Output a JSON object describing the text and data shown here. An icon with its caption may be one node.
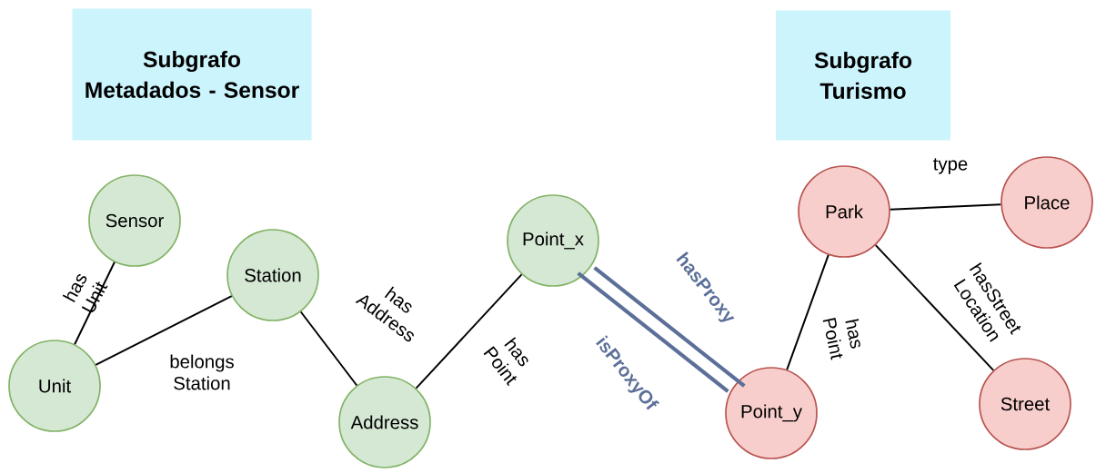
{
  "diagram": {
    "nodes": [
      {
        "text": [
          "Subgrafo Metadados - Sensor"
        ]
      },
      {
        "text": [
          "Subgrafo Turismo"
        ]
      },
      {
        "text": [
          "Sensor"
        ]
      },
      {
        "text": [
          "Station"
        ]
      },
      {
        "text": [
          "Unit"
        ]
      },
      {
        "text": [
          "Address"
        ]
      },
      {
        "text": [
          "Point_x"
        ]
      },
      {
        "text": [
          "Point_y"
        ]
      },
      {
        "text": [
          "Park"
        ]
      },
      {
        "text": [
          "Place"
        ]
      },
      {
        "text": [
          "Street"
        ]
      }
    ],
    "edges": [
      {
        "from": 2,
        "to": 4,
        "arrow": "none",
        "label": "has Unit"
      },
      {
        "from": 4,
        "to": 3,
        "arrow": "none",
        "label": "belongs Station"
      },
      {
        "from": 3,
        "to": 5,
        "arrow": "none",
        "label": "has Address"
      },
      {
        "from": 5,
        "to": 6,
        "arrow": "none",
        "label": "has Point"
      },
      {
        "from": 6,
        "to": 7,
        "arrow": "none",
        "label": "hasProxy",
        "style": "thick",
        "color": "#5b6f98"
      },
      {
        "from": 6,
        "to": 7,
        "arrow": "none",
        "label": "isProxyOf",
        "style": "thick",
        "color": "#5b6f98"
      },
      {
        "from": 8,
        "to": 7,
        "arrow": "none",
        "label": "has Point"
      },
      {
        "from": 8,
        "to": 9,
        "arrow": "none",
        "label": "type"
      },
      {
        "from": 8,
        "to": 10,
        "arrow": "none",
        "label": "hasStreet Location"
      }
    ]
  }
}
